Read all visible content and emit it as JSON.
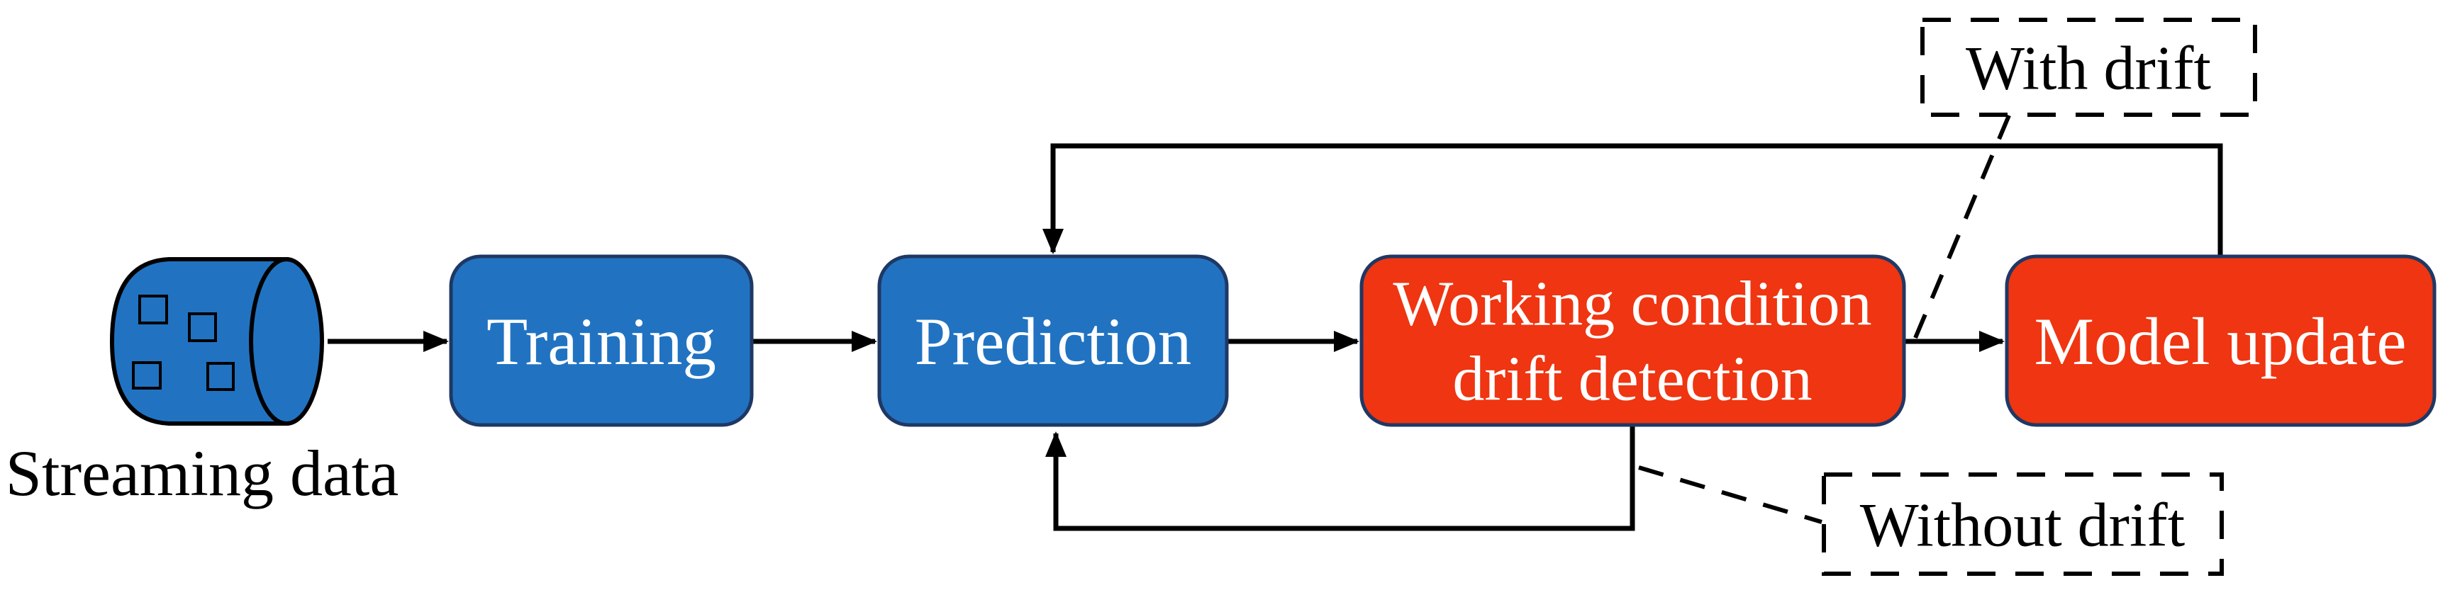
{
  "diagram": {
    "title_semantic": "streaming data drift detection model update flowchart",
    "nodes": {
      "streaming_data": {
        "label": "Streaming data",
        "icon": "database-cylinder"
      },
      "training": {
        "label": "Training"
      },
      "prediction": {
        "label": "Prediction"
      },
      "drift_detection": {
        "label_line1": "Working condition",
        "label_line2": "drift detection"
      },
      "model_update": {
        "label": "Model update"
      }
    },
    "annotations": {
      "with_drift": {
        "label": "With drift"
      },
      "without_drift": {
        "label": "Without drift"
      }
    },
    "colors": {
      "process_blue": "#2173C2",
      "alert_red": "#EF3511",
      "box_border": "#1F3864",
      "line_black": "#000000",
      "text_white": "#FFFFFF",
      "text_black": "#000000",
      "background": "#FFFFFF"
    }
  }
}
